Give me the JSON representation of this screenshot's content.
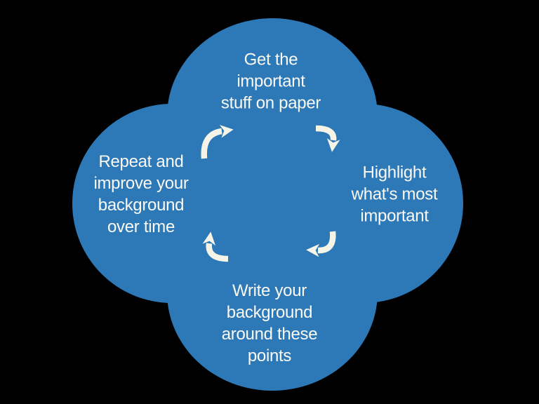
{
  "diagram": {
    "type": "cycle",
    "colors": {
      "background": "#000000",
      "lobe_blue": "#2d79b8",
      "label_text": "#faf9f2",
      "arrow": "#f6f3e7"
    },
    "steps": [
      {
        "position": "top",
        "label": "Get the\nimportant\nstuff on paper"
      },
      {
        "position": "right",
        "label": "Highlight\nwhat's most\nimportant"
      },
      {
        "position": "bottom",
        "label": "Write your\nbackground\naround these\npoints"
      },
      {
        "position": "left",
        "label": "Repeat and\nimprove your\nbackground\nover time"
      }
    ],
    "arrows": [
      {
        "from": "left",
        "to": "top",
        "icon": "curved-arrow-up-right"
      },
      {
        "from": "top",
        "to": "right",
        "icon": "curved-arrow-down"
      },
      {
        "from": "right",
        "to": "bottom",
        "icon": "curved-arrow-left"
      },
      {
        "from": "bottom",
        "to": "left",
        "icon": "curved-arrow-up"
      }
    ]
  }
}
